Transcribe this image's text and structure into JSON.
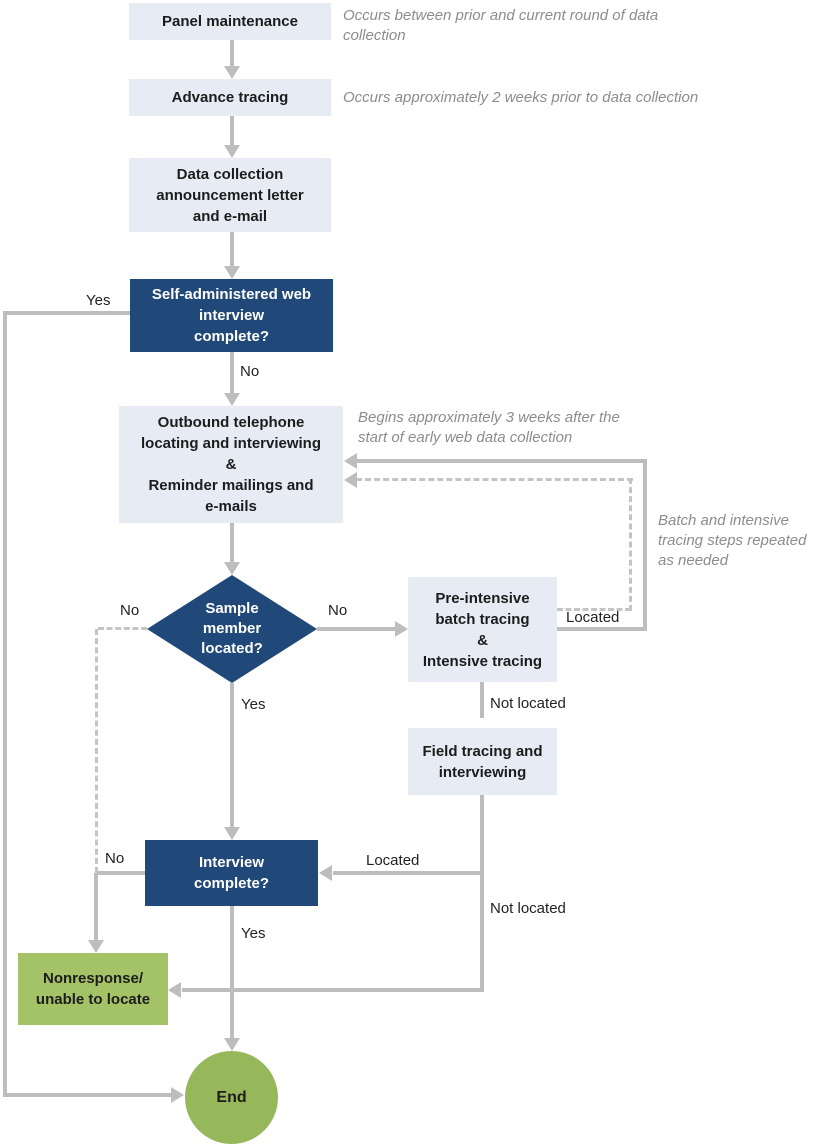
{
  "nodes": {
    "panel_maintenance": "Panel maintenance",
    "advance_tracing": "Advance tracing",
    "announcement": "Data collection\nannouncement letter\nand e-mail",
    "web_interview": "Self-administered web\ninterview\ncomplete?",
    "outbound": "Outbound telephone\nlocating and interviewing\n&\nReminder mailings and\ne-mails",
    "sample_located": "Sample\nmember\nlocated?",
    "pre_intensive": "Pre-intensive\nbatch tracing\n&\nIntensive tracing",
    "field_tracing": "Field tracing and\ninterviewing",
    "interview_complete": "Interview\ncomplete?",
    "nonresponse": "Nonresponse/\nunable to locate",
    "end": "End"
  },
  "notes": {
    "panel": "Occurs between prior and current round of data\ncollection",
    "advance": "Occurs approximately 2 weeks prior to data collection",
    "outbound": "Begins approximately 3 weeks after the\nstart of early web data collection",
    "tracing_loop": "Batch and intensive\ntracing steps repeated\nas needed"
  },
  "edge_labels": {
    "web_yes": "Yes",
    "web_no": "No",
    "sample_no_left": "No",
    "sample_no_right": "No",
    "sample_yes": "Yes",
    "batch_located": "Located",
    "batch_not_located": "Not located",
    "field_located": "Located",
    "field_not_located": "Not located",
    "interview_no": "No",
    "interview_yes": "Yes"
  },
  "colors": {
    "decision_blue": "#20497a",
    "process_light_blue": "#e7ecf4",
    "terminal_green_box": "#a4c266",
    "terminal_green_circle": "#97b85a",
    "connector_gray": "#bdbdbd",
    "note_gray": "#8c8c8c"
  }
}
